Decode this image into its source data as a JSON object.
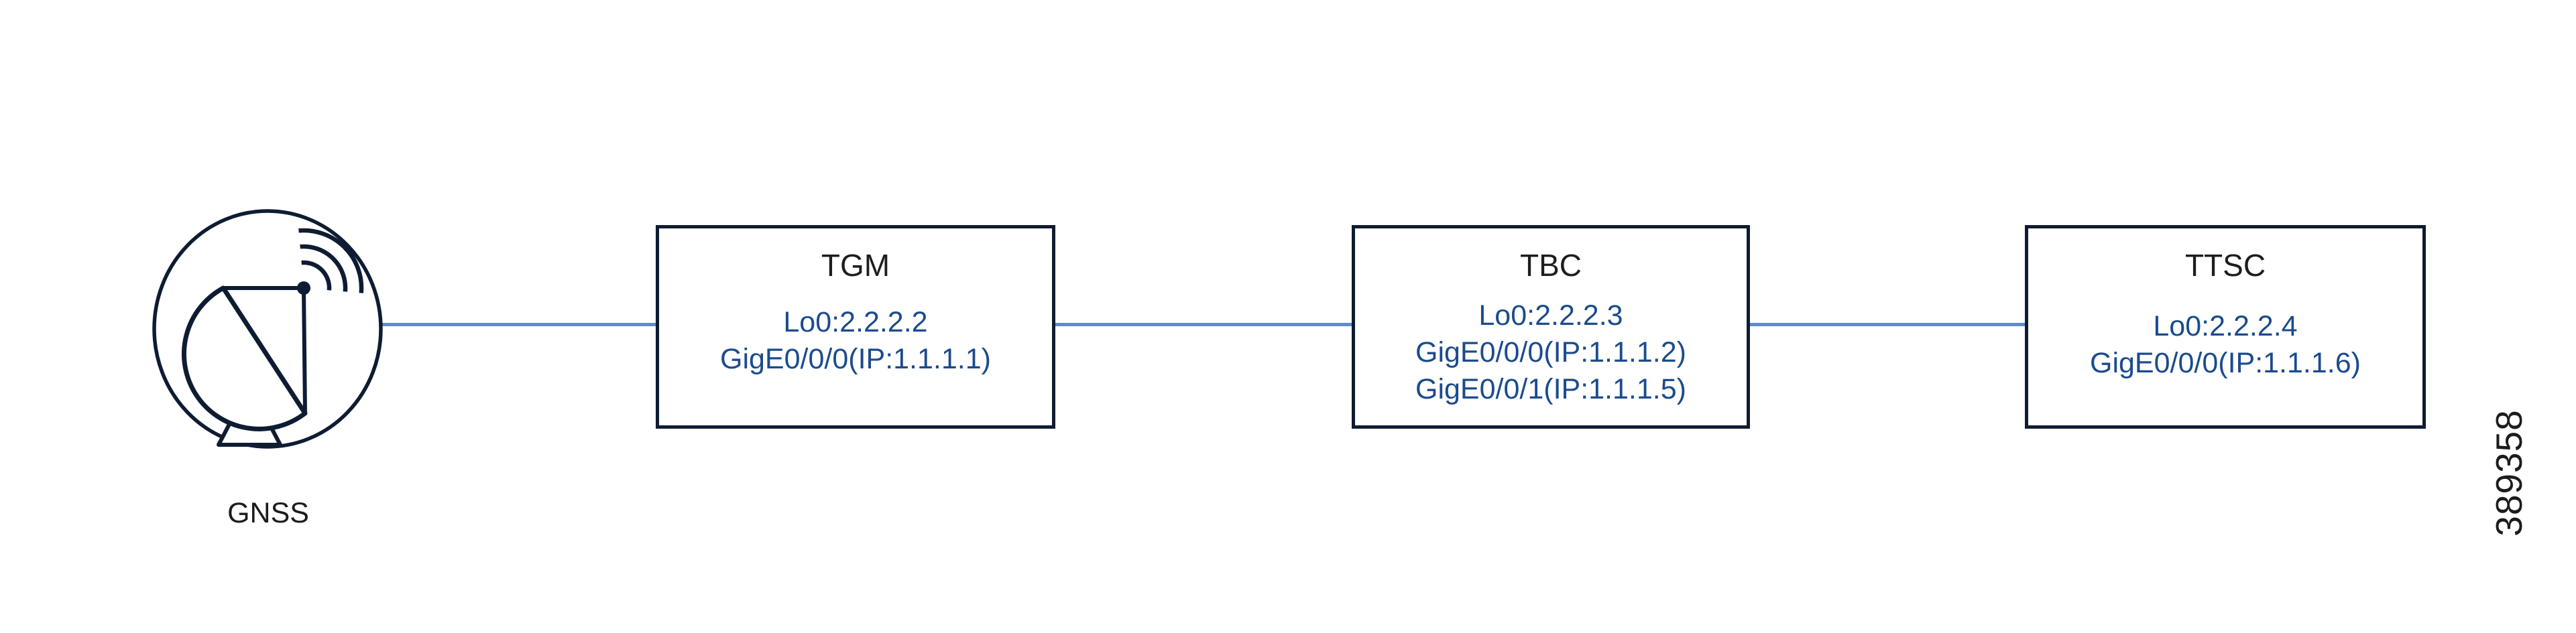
{
  "diagram": {
    "type": "network-topology",
    "figure_number": "389358",
    "colors": {
      "node_border": "#0e1c33",
      "title_text": "#1d1d1d",
      "detail_text": "#1b4b8d",
      "link_line": "#5e89d4"
    },
    "source": {
      "id": "gnss",
      "label": "GNSS",
      "icon": "satellite-dish-icon"
    },
    "nodes": [
      {
        "id": "tgm",
        "title": "TGM",
        "lines": [
          "Lo0:2.2.2.2",
          "GigE0/0/0(IP:1.1.1.1)"
        ]
      },
      {
        "id": "tbc",
        "title": "TBC",
        "lines": [
          "Lo0:2.2.2.3",
          "GigE0/0/0(IP:1.1.1.2)",
          "GigE0/0/1(IP:1.1.1.5)"
        ]
      },
      {
        "id": "ttsc",
        "title": "TTSC",
        "lines": [
          "Lo0:2.2.2.4",
          "GigE0/0/0(IP:1.1.1.6)"
        ]
      }
    ],
    "links": [
      {
        "from": "gnss",
        "to": "tgm"
      },
      {
        "from": "tgm",
        "to": "tbc"
      },
      {
        "from": "tbc",
        "to": "ttsc"
      }
    ]
  }
}
